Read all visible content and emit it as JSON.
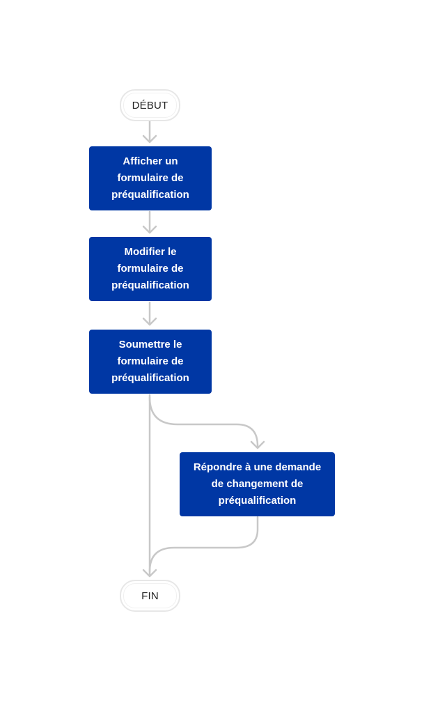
{
  "flowchart": {
    "start": "DÉBUT",
    "end": "FIN",
    "steps": [
      "Afficher un\nformulaire de\npréqualification",
      "Modifier le\nformulaire de\npréqualification",
      "Soumettre le\nformulaire de\npréqualification"
    ],
    "optional_step": "Répondre à une demande\nde changement de\npréqualification"
  },
  "colors": {
    "process_fill": "#0037a4",
    "process_text": "#ffffff",
    "connector": "#c8c8c8",
    "terminal_border": "#e7e7e7"
  }
}
